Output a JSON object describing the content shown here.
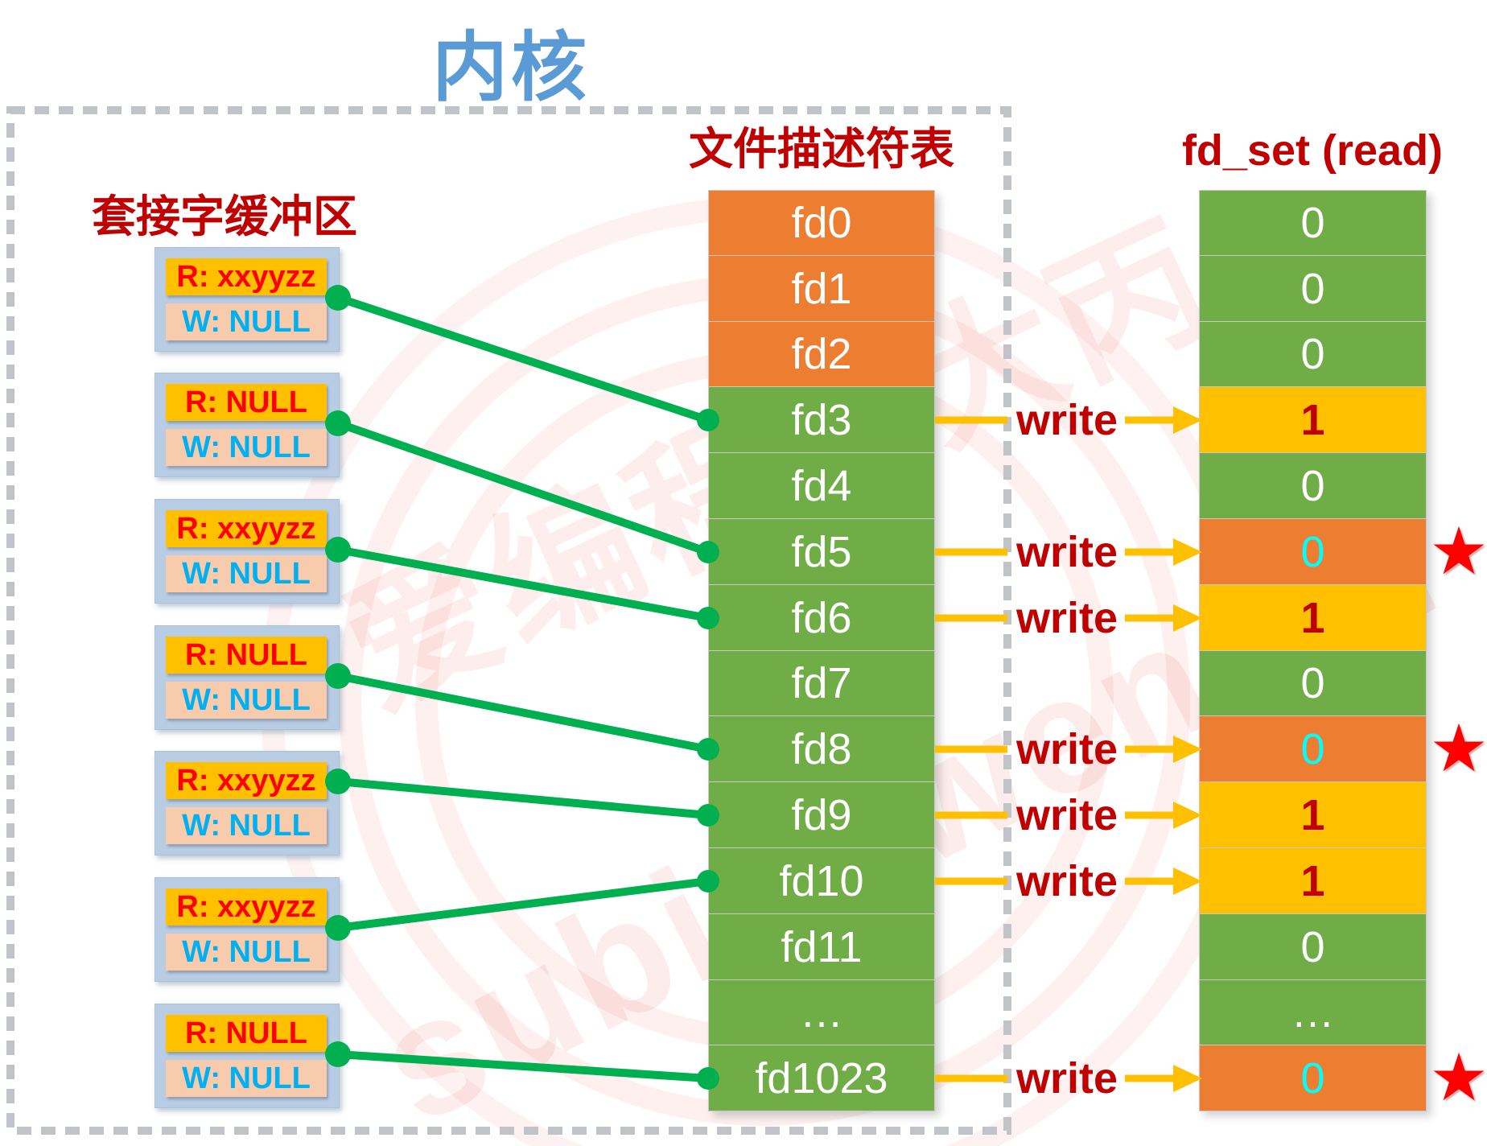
{
  "title": "内核",
  "watermark": {
    "text_cn": "爱编程的大丙",
    "text_en": "subingwen.cn"
  },
  "socket_panel": {
    "header": "套接字缓冲区",
    "buffers": [
      {
        "read": "R: xxyyzz",
        "write": "W: NULL"
      },
      {
        "read": "R: NULL",
        "write": "W: NULL"
      },
      {
        "read": "R: xxyyzz",
        "write": "W: NULL"
      },
      {
        "read": "R: NULL",
        "write": "W: NULL"
      },
      {
        "read": "R: xxyyzz",
        "write": "W: NULL"
      },
      {
        "read": "R: xxyyzz",
        "write": "W: NULL"
      },
      {
        "read": "R: NULL",
        "write": "W: NULL"
      }
    ]
  },
  "fd_table": {
    "header": "文件描述符表",
    "rows": [
      {
        "label": "fd0",
        "color": "orange"
      },
      {
        "label": "fd1",
        "color": "orange"
      },
      {
        "label": "fd2",
        "color": "orange"
      },
      {
        "label": "fd3",
        "color": "green"
      },
      {
        "label": "fd4",
        "color": "green"
      },
      {
        "label": "fd5",
        "color": "green"
      },
      {
        "label": "fd6",
        "color": "green"
      },
      {
        "label": "fd7",
        "color": "green"
      },
      {
        "label": "fd8",
        "color": "green"
      },
      {
        "label": "fd9",
        "color": "green"
      },
      {
        "label": "fd10",
        "color": "green"
      },
      {
        "label": "fd11",
        "color": "green"
      },
      {
        "label": "…",
        "color": "green"
      },
      {
        "label": "fd1023",
        "color": "green"
      }
    ]
  },
  "fdset_table": {
    "header": "fd_set (read)",
    "rows": [
      {
        "value": "0",
        "color": "green",
        "starred": false
      },
      {
        "value": "0",
        "color": "green",
        "starred": false
      },
      {
        "value": "0",
        "color": "green",
        "starred": false
      },
      {
        "value": "1",
        "color": "yellow",
        "starred": false
      },
      {
        "value": "0",
        "color": "green",
        "starred": false
      },
      {
        "value": "0",
        "color": "orange",
        "starred": true
      },
      {
        "value": "1",
        "color": "yellow",
        "starred": false
      },
      {
        "value": "0",
        "color": "green",
        "starred": false
      },
      {
        "value": "0",
        "color": "orange",
        "starred": true
      },
      {
        "value": "1",
        "color": "yellow",
        "starred": false
      },
      {
        "value": "1",
        "color": "yellow",
        "starred": false
      },
      {
        "value": "0",
        "color": "green",
        "starred": false
      },
      {
        "value": "…",
        "color": "green",
        "starred": false
      },
      {
        "value": "0",
        "color": "orange",
        "starred": true
      }
    ]
  },
  "write_label": "write",
  "write_arrow_rows": [
    3,
    5,
    6,
    8,
    9,
    10,
    13
  ],
  "links": [
    {
      "buffer": 0,
      "fd_row": 3
    },
    {
      "buffer": 1,
      "fd_row": 5
    },
    {
      "buffer": 2,
      "fd_row": 6
    },
    {
      "buffer": 3,
      "fd_row": 8
    },
    {
      "buffer": 4,
      "fd_row": 9
    },
    {
      "buffer": 5,
      "fd_row": 10
    },
    {
      "buffer": 6,
      "fd_row": 13
    }
  ],
  "star_glyph": "★",
  "colors": {
    "title_blue": "#5B9BD5",
    "header_red": "#C00000",
    "cell_orange": "#ED7D31",
    "cell_green": "#70AD47",
    "cell_yellow": "#FFC000",
    "buffer_box_blue": "#B8CCE4",
    "read_slot_fill": "#FFC000",
    "read_text_red": "#FF0000",
    "write_slot_fill": "#F8CBAD",
    "write_text_blue": "#00B0F0",
    "connector_green": "#00B050",
    "arrow_yellow": "#FFC000",
    "flag_cyan": "#00FFFF",
    "star_red": "#FF0000",
    "border_gray": "#C0C3C7",
    "watermark_pink": "rgba(232,85,75,0.10)"
  }
}
